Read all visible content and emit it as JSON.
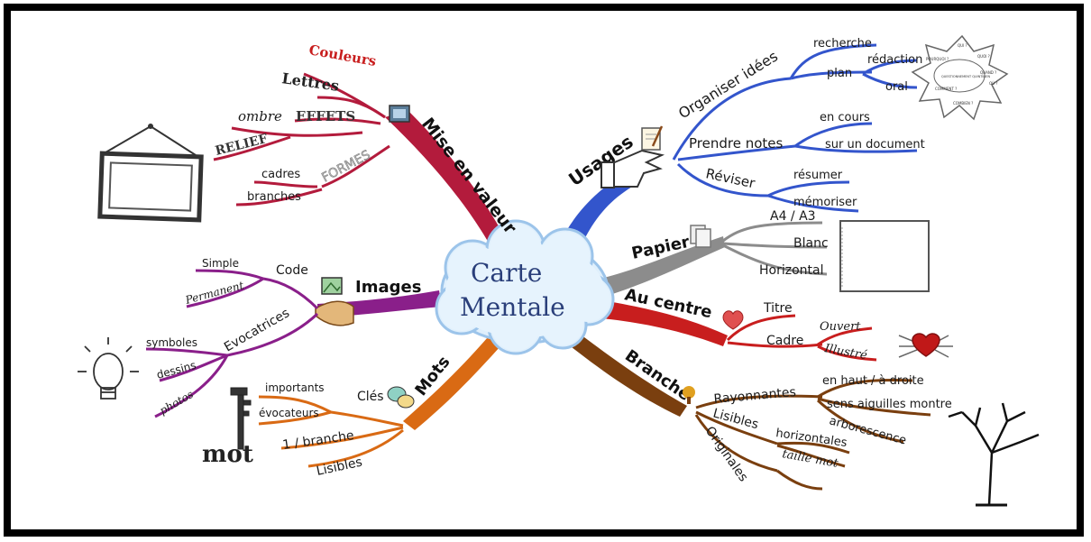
{
  "center": {
    "line1": "Carte",
    "line2": "Mentale"
  },
  "colors": {
    "red": "#b31b3c",
    "blue": "#3355cc",
    "purple": "#8a1f8a",
    "orange": "#d96a14",
    "gray": "#8c8c8c",
    "bright_red": "#c81e1e",
    "brown": "#7a3f0f"
  },
  "branches": {
    "mise_en_valeur": {
      "title": "Mise en valeur",
      "items": {
        "couleurs": "Couleurs",
        "lettres": "Lettres",
        "effets": "EFFETS",
        "ombre": "ombre",
        "relief": "RELIEF",
        "formes": "FORMES",
        "cadres": "cadres",
        "branches": "branches"
      }
    },
    "usages": {
      "title": "Usages",
      "organiser": "Organiser idées",
      "recherche": "recherche",
      "plan": "plan",
      "redaction": "rédaction",
      "oral": "oral",
      "prendre_notes": "Prendre notes",
      "en_cours": "en cours",
      "sur_document": "sur un document",
      "reviser": "Réviser",
      "resumer": "résumer",
      "memoriser": "mémoriser"
    },
    "papier": {
      "title": "Papier",
      "a4": "A4 / A3",
      "blanc": "Blanc",
      "horizontal": "Horizontal"
    },
    "au_centre": {
      "title": "Au centre",
      "titre": "Titre",
      "cadre": "Cadre",
      "ouvert": "Ouvert",
      "illustre": "Illustré"
    },
    "branche": {
      "title": "Branche",
      "rayonnantes": "Rayonnantes",
      "en_haut": "en haut / à droite",
      "aiguilles": "sens aiguilles montre",
      "arborescence": "arborescence",
      "lisibles": "Lisibles",
      "horizontales": "horizontales",
      "taille_mot": "taille mot",
      "originales": "Originales"
    },
    "images": {
      "title": "Images",
      "code": "Code",
      "simple": "Simple",
      "permanent": "Permanent",
      "evocatrices": "Evocatrices",
      "symboles": "symboles",
      "dessins": "dessins",
      "photos": "photos"
    },
    "mots": {
      "title": "Mots",
      "cles": "Clés",
      "importants": "importants",
      "evocateurs": "évocateurs",
      "une_branche": "1 / branche",
      "lisibles": "Lisibles"
    }
  },
  "illustrations": {
    "mot_key": "mot",
    "star_sheet": {
      "center": "QUESTIONNEMENT QUINTILIEN",
      "points": [
        "QUI ?",
        "QUOI ?",
        "OÙ ?",
        "QUAND ?",
        "COMMENT ?",
        "POURQUOI ?",
        "COMBIEN ?"
      ]
    }
  }
}
